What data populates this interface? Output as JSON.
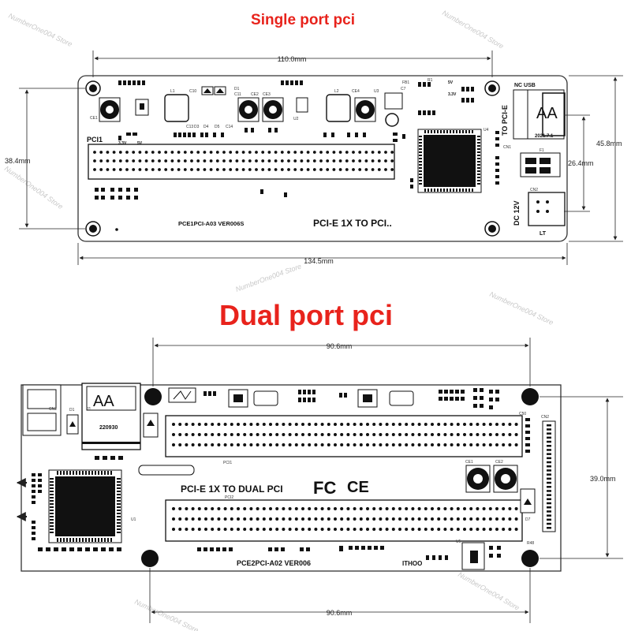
{
  "titles": {
    "single": "Single port pci",
    "dual": "Dual port pci"
  },
  "colors": {
    "title": "#e8231c",
    "board": "#ffffff",
    "outline": "#333333",
    "dim_line": "#222222",
    "watermark": "#c8c8c8"
  },
  "single_board": {
    "dim_top": "110.0mm",
    "dim_bottom": "134.5mm",
    "dim_left": "38.4mm",
    "dim_right_outer": "45.8mm",
    "dim_right_inner": "26.4mm",
    "slot_label": "PCI1",
    "model_label": "PCE1PCI-A03 VER006S",
    "big_label": "PCI-E 1X TO PCI..",
    "usb_label": "NC USB",
    "to_pcie_label": "TO PCI-E",
    "date_label": "2021.7.1",
    "power_label": "DC 12V",
    "lt_label": "LT",
    "volt_33": "3.3V",
    "volt_5": "5V",
    "volt_5b": "5V",
    "volt_33b": "3.3V",
    "caps": [
      "CE1",
      "L1",
      "C10",
      "D1",
      "C11",
      "CE2",
      "CE3",
      "U2",
      "L2",
      "CE4",
      "U3",
      "FB1",
      "R1",
      "C7",
      "U4",
      "CN1",
      "F1",
      "CN2",
      "D3",
      "D4",
      "D5",
      "C13",
      "C14"
    ]
  },
  "dual_board": {
    "dim_top": "90.6mm",
    "dim_bottom": "90.6mm",
    "dim_right": "39.0mm",
    "slot1_label": "PCI1",
    "slot2_label": "PCI2",
    "big_label": "PCI-E 1X TO DUAL PCI",
    "model_label": "PCE2PCI-A02 VER006",
    "brand_label": "ITHOO",
    "fcc_label": "FC",
    "ce_label": "CE",
    "usb_date": "220930",
    "cn1_label": "CN1",
    "cn2_label": "CN2",
    "d1_label": "D1",
    "j1_label": "J1",
    "u1_label": "U1",
    "ce1_label": "CE1",
    "ce2_label": "CE2",
    "r48_label": "R48",
    "c50_label": "C50",
    "d7_label": "D7",
    "u5_label": "U5"
  },
  "watermark": "NumberOne004 Store"
}
